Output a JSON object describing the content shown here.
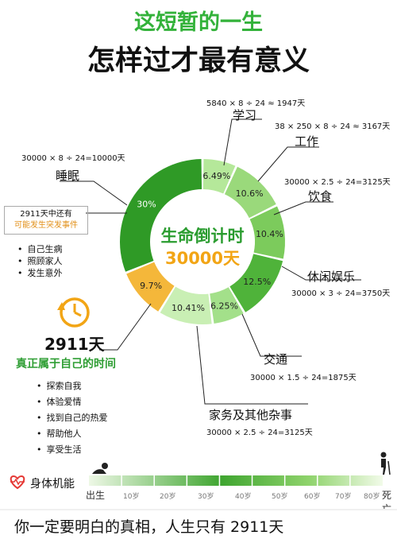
{
  "header": {
    "title_line1": "这短暂的一生",
    "title_line2": "怎样过才最有意义"
  },
  "center": {
    "line1": "生命倒计时",
    "line2": "30000天"
  },
  "chart_data": {
    "type": "pie",
    "title": "",
    "slices": [
      {
        "name": "学习",
        "percent": 6.49,
        "label": "6.49%",
        "formula": "5840 × 8 ÷ 24 ≈ 1947天",
        "color": "#b5e89a"
      },
      {
        "name": "工作",
        "percent": 10.6,
        "label": "10.6%",
        "formula": "38 × 250 × 8 ÷ 24 ≈ 3167天",
        "color": "#9ad97b"
      },
      {
        "name": "饮食",
        "percent": 10.4,
        "label": "10.4%",
        "formula": "30000 × 2.5 ÷ 24=3125天",
        "color": "#7ccb5c"
      },
      {
        "name": "休闲娱乐",
        "percent": 12.5,
        "label": "12.5%",
        "formula": "30000 × 3 ÷ 24=3750天",
        "color": "#4fb33a"
      },
      {
        "name": "交通",
        "percent": 6.25,
        "label": "6.25%",
        "formula": "30000 × 1.5 ÷ 24=1875天",
        "color": "#a3e08a"
      },
      {
        "name": "家务及其他杂事",
        "percent": 10.41,
        "label": "10.41%",
        "formula": "30000 × 2.5 ÷ 24=3125天",
        "color": "#c9efb4"
      },
      {
        "name": "",
        "percent": 9.7,
        "label": "9.7%",
        "formula": "",
        "color": "#f4b73a"
      },
      {
        "name": "睡眠",
        "percent": 30,
        "label": "30%",
        "formula": "30000 × 8 ÷ 24=10000天",
        "color": "#2f9a26"
      }
    ]
  },
  "note": {
    "line1": "2911天中还有",
    "line2": "可能发生突发事件",
    "items": [
      "自己生病",
      "照顾家人",
      "发生意外"
    ]
  },
  "own_time": {
    "days": "2911天",
    "label": "真正属于自己的时间",
    "items": [
      "探索自我",
      "体验爱情",
      "找到自己的热爱",
      "帮助他人",
      "享受生活"
    ]
  },
  "lifebar": {
    "label": "身体机能",
    "start": "出生",
    "end": "死亡",
    "ages": [
      "10岁",
      "20岁",
      "30岁",
      "40岁",
      "50岁",
      "60岁",
      "70岁",
      "80岁"
    ]
  },
  "footer": {
    "text": "你一定要明白的真相，人生只有 2911天"
  },
  "colors": {
    "accent_green": "#33b23a",
    "accent_orange": "#f2a515"
  }
}
